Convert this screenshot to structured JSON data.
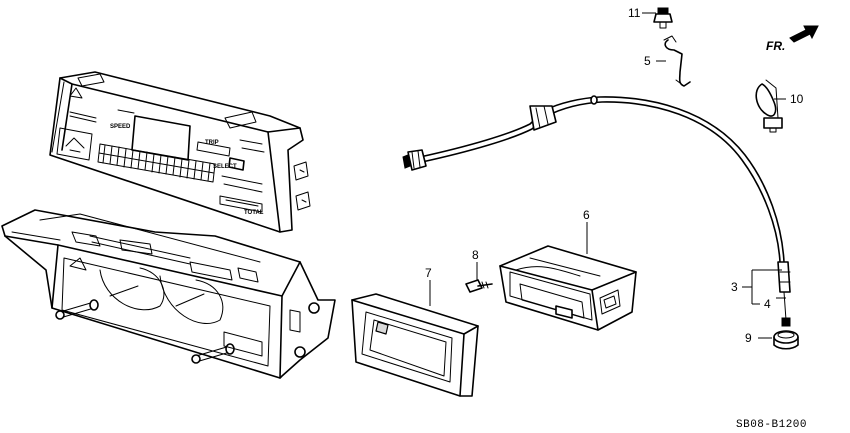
{
  "labels": {
    "p3": "3",
    "p4": "4",
    "p5": "5",
    "p6": "6",
    "p7": "7",
    "p8": "8",
    "p9": "9",
    "p10": "10",
    "p11": "11"
  },
  "direction": "FR.",
  "drawing_code": "SB08-B1200",
  "face_text": {
    "speed": "SPEED",
    "trip": "TRIP",
    "select": "SELECT",
    "total": "TOTAL"
  }
}
